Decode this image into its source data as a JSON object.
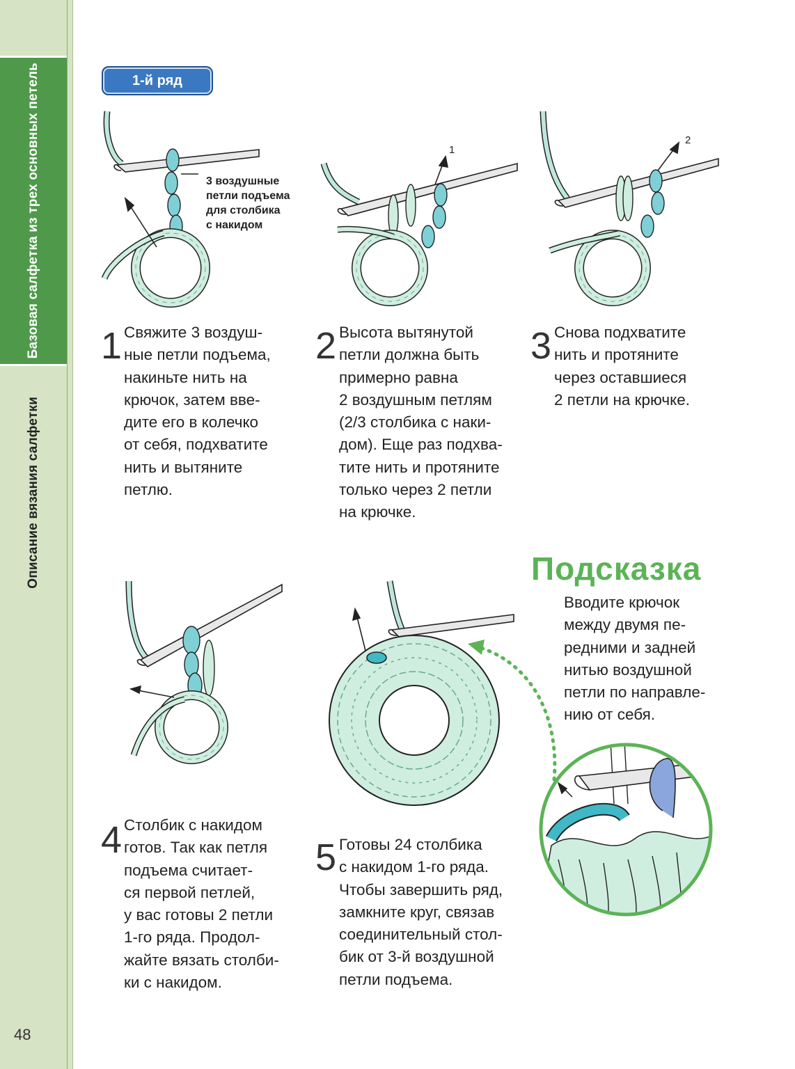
{
  "sidebar": {
    "tab_active": "Базовая салфетка из трех основных петель",
    "tab_inactive": "Описание вязания салфетки",
    "page_number": "48"
  },
  "row_badge": "1-й ряд",
  "callout": [
    "3 воздушные",
    "петли подъема",
    "для столбика",
    "с накидом"
  ],
  "arrow_labels": {
    "one": "1",
    "two": "2"
  },
  "steps": [
    {
      "number": "1",
      "lines": [
        "Свяжите 3 воздуш-",
        "ные петли подъема,",
        "накиньте нить на",
        "крючок, затем вве-",
        "дите его в колечко",
        "от себя, подхватите",
        "нить и вытяните",
        "петлю."
      ]
    },
    {
      "number": "2",
      "lines": [
        "Высота вытянутой",
        "петли должна быть",
        "примерно равна",
        "2 воздушным петлям",
        "(2/3 столбика с наки-",
        "дом). Еще раз подхва-",
        "тите нить и протяните",
        "только через 2 петли",
        "на крючке."
      ]
    },
    {
      "number": "3",
      "lines": [
        "Снова подхватите",
        "нить и протяните",
        "через оставшиеся",
        "2 петли на крючке."
      ]
    },
    {
      "number": "4",
      "lines": [
        "Столбик с накидом",
        "готов. Так как петля",
        "подъема считает-",
        "ся первой петлей,",
        "у вас готовы 2 петли",
        "1-го ряда. Продол-",
        "жайте вязать столби-",
        "ки с накидом."
      ]
    },
    {
      "number": "5",
      "lines": [
        "Готовы 24 столбика",
        "с накидом 1-го ряда.",
        "Чтобы завершить ряд,",
        "замкните круг, связав",
        "соединительный стол-",
        "бик от 3-й воздушной",
        "петли подъема."
      ]
    }
  ],
  "hint": {
    "title": "Подсказка",
    "lines": [
      "Вводите крючок",
      "между двумя пе-",
      "редними и задней",
      "нитью воздушной",
      "петли по направле-",
      "нию от себя."
    ]
  },
  "colors": {
    "sidebar_bg": "#d6e3c4",
    "tab_active": "#4f9a4a",
    "badge": "#3a78c2",
    "hint_green": "#5cb356",
    "yarn_light": "#cfeee0",
    "yarn_teal": "#7fd0d6",
    "yarn_blue": "#8aa6dc"
  }
}
